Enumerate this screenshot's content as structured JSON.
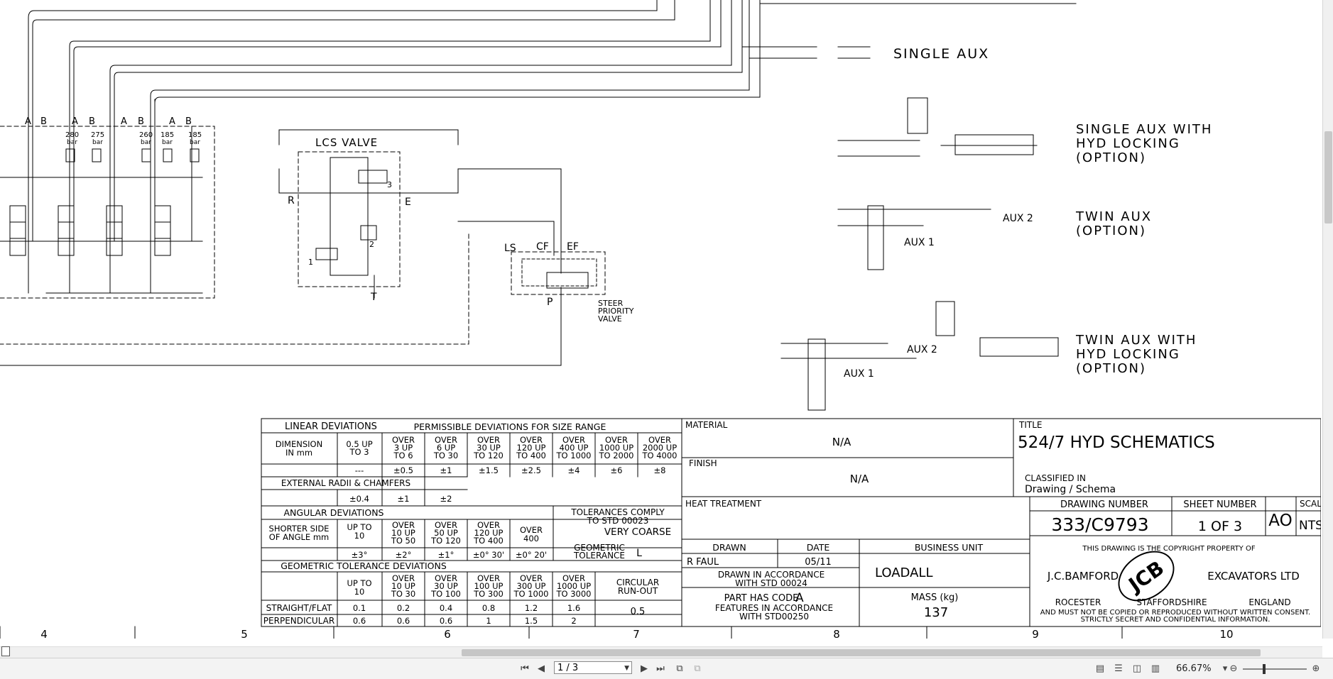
{
  "diagram": {
    "single_aux": "SINGLE AUX",
    "single_aux_lock": [
      "SINGLE AUX WITH",
      "HYD LOCKING",
      "(OPTION)"
    ],
    "twin_aux": [
      "TWIN AUX",
      "(OPTION)"
    ],
    "twin_aux_lock": [
      "TWIN AUX WITH",
      "HYD LOCKING",
      "(OPTION)"
    ],
    "aux1": "AUX 1",
    "aux2": "AUX 2",
    "lcs_valve": "LCS VALVE",
    "port_r": "R",
    "port_e": "E",
    "port_t": "T",
    "port_p": "P",
    "ls": "LS",
    "cf": "CF",
    "ef": "EF",
    "steer_priority": [
      "STEER",
      "PRIORITY",
      "VALVE"
    ],
    "port_a": "A",
    "port_b": "B",
    "relief_values": [
      "280",
      "275",
      "260",
      "185",
      "185"
    ],
    "bar_unit": "bar",
    "sol_labels": [
      "3",
      "2",
      "1"
    ]
  },
  "title_block": {
    "linear_title": "LINEAR DEVIATIONS",
    "permissible": "PERMISSIBLE DEVIATIONS FOR SIZE RANGE",
    "dimension": [
      "DIMENSION",
      "IN mm"
    ],
    "linear_ranges": [
      [
        "0.5 UP",
        "TO 3"
      ],
      [
        "OVER",
        "3 UP",
        "TO 6"
      ],
      [
        "OVER",
        "6 UP",
        "TO 30"
      ],
      [
        "OVER",
        "30 UP",
        "TO 120"
      ],
      [
        "OVER",
        "120 UP",
        "TO 400"
      ],
      [
        "OVER",
        "400 UP",
        "TO 1000"
      ],
      [
        "OVER",
        "1000 UP",
        "TO 2000"
      ],
      [
        "OVER",
        "2000 UP",
        "TO 4000"
      ]
    ],
    "linear_values": [
      "---",
      "±0.5",
      "±1",
      "±1.5",
      "±2.5",
      "±4",
      "±6",
      "±8"
    ],
    "external_radii": "EXTERNAL RADII & CHAMFERS",
    "radii_values": [
      "±0.4",
      "±1",
      "±2"
    ],
    "angular_title": "ANGULAR DEVIATIONS",
    "shorter_side": [
      "SHORTER SIDE",
      "OF ANGLE mm"
    ],
    "angular_ranges": [
      [
        "UP TO",
        "10"
      ],
      [
        "OVER",
        "10 UP",
        "TO 50"
      ],
      [
        "OVER",
        "50 UP",
        "TO 120"
      ],
      [
        "OVER",
        "120 UP",
        "TO 400"
      ],
      [
        "OVER",
        "400"
      ]
    ],
    "angular_values": [
      "±3°",
      "±2°",
      "±1°",
      "±0° 30'",
      "±0° 20'"
    ],
    "tolerances_comply": [
      "TOLERANCES COMPLY",
      "TO STD 00023"
    ],
    "very_coarse": "VERY COARSE",
    "geometric_tolerance": [
      "GEOMETRIC",
      "TOLERANCE"
    ],
    "geo_tol_value": "L",
    "geo_dev_title": "GEOMETRIC TOLERANCE DEVIATIONS",
    "geo_ranges": [
      [
        "UP TO",
        "10"
      ],
      [
        "OVER",
        "10 UP",
        "TO 30"
      ],
      [
        "OVER",
        "30 UP",
        "TO 100"
      ],
      [
        "OVER",
        "100 UP",
        "TO 300"
      ],
      [
        "OVER",
        "300 UP",
        "TO 1000"
      ],
      [
        "OVER",
        "1000 UP",
        "TO 3000"
      ]
    ],
    "circular_runout": [
      "CIRCULAR",
      "RUN-OUT"
    ],
    "straight_flat": "STRAIGHT/FLAT",
    "straight_values": [
      "0.1",
      "0.2",
      "0.4",
      "0.8",
      "1.2",
      "1.6"
    ],
    "perpendicular": "PERPENDICULAR",
    "perp_values": [
      "0.6",
      "0.6",
      "0.6",
      "1",
      "1.5",
      "2"
    ],
    "runout_value": "0.5",
    "material_label": "MATERIAL",
    "material_value": "N/A",
    "finish_label": "FINISH",
    "finish_value": "N/A",
    "heat_treatment": "HEAT TREATMENT",
    "title_label": "TITLE",
    "title_value": "524/7 HYD SCHEMATICS",
    "classified_in": "CLASSIFIED IN",
    "classified_value": "Drawing / Schema",
    "drawing_number_label": "DRAWING NUMBER",
    "drawing_number": "333/C9793",
    "sheet_number_label": "SHEET NUMBER",
    "sheet_number": "1 OF 3",
    "size_value": "AO",
    "scale_label": "SCAL",
    "scale_value": "NTS",
    "drawn_label": "DRAWN",
    "date_label": "DATE",
    "drawn_value": "R FAUL",
    "date_value": "05/11",
    "business_unit_label": "BUSINESS UNIT",
    "business_unit": "LOADALL",
    "drawn_accordance": [
      "DRAWN IN ACCORDANCE",
      "WITH STD 00024"
    ],
    "part_code_text": "PART HAS CODE",
    "part_code_letter": "A",
    "features_accordance": [
      "FEATURES IN ACCORDANCE",
      "WITH STD00250"
    ],
    "mass_label": "MASS (kg)",
    "mass_value": "137",
    "copyright_line": "THIS DRAWING IS THE COPYRIGHT PROPERTY OF",
    "company_left": "J.C.BAMFORD",
    "company_right": "EXCAVATORS LTD",
    "logo_text": "JCB",
    "address": [
      "ROCESTER",
      "STAFFORDSHIRE",
      "ENGLAND"
    ],
    "legal": [
      "AND MUST NOT BE COPIED OR REPRODUCED WITHOUT WRITTEN CONSENT.",
      "STRICTLY SECRET AND CONFIDENTIAL INFORMATION."
    ],
    "zones": [
      "4",
      "5",
      "6",
      "7",
      "8",
      "9",
      "10"
    ]
  },
  "viewer": {
    "scroll_left": "<",
    "page_indicator": "1 / 3",
    "zoom": "66.67%",
    "zoom_out": "⊖",
    "zoom_in": "⊕"
  }
}
